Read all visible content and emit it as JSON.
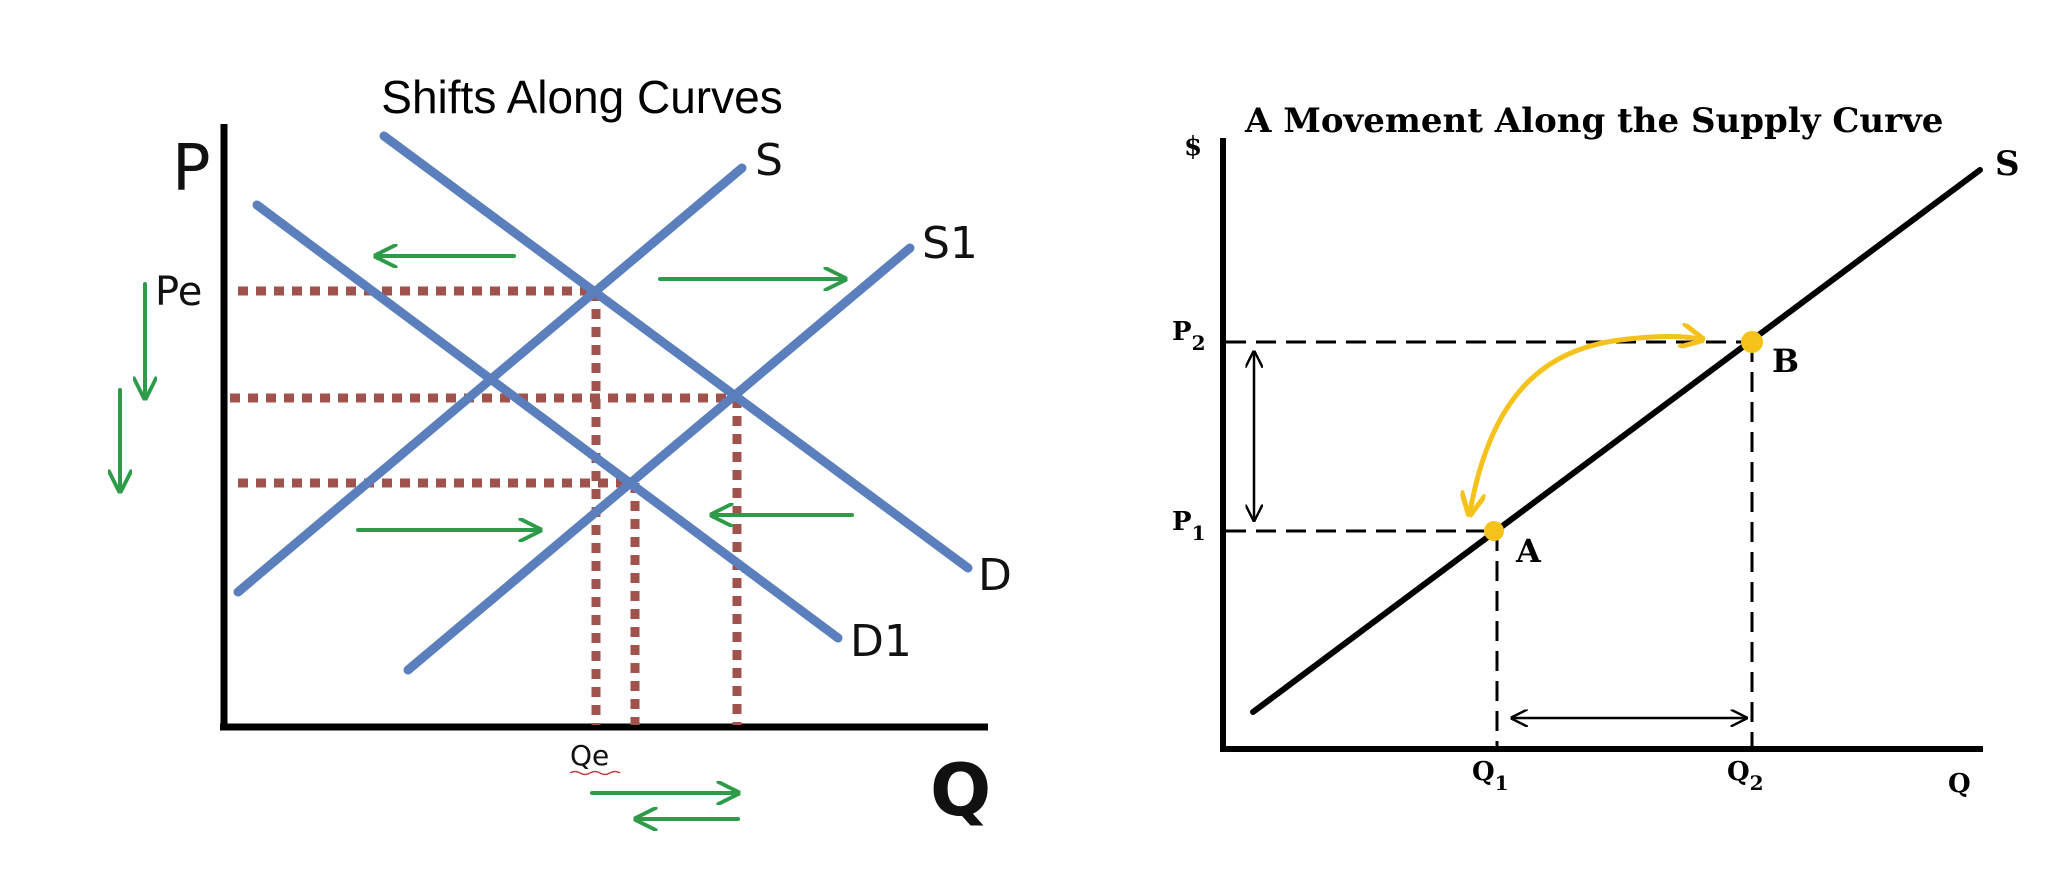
{
  "colors": {
    "curve_blue": "#5b7fbd",
    "dotted_brown": "#a0524d",
    "arrow_green": "#2e9b4a",
    "highlight_yellow": "#f5c21b",
    "ink": "#000000"
  },
  "left_diagram": {
    "title": "Shifts Along Curves",
    "axis_price_label": "P",
    "axis_quantity_label": "Q",
    "price_tick_label": "Pe",
    "quantity_tick_label": "Qe",
    "curve_labels": {
      "supply": "S",
      "supply_shifted": "S1",
      "demand": "D",
      "demand_shifted": "D1"
    }
  },
  "right_diagram": {
    "title": "A Movement Along the Supply Curve",
    "axis_price_label": "$",
    "axis_quantity_label": "Q",
    "curve_label": "S",
    "price_ticks": [
      {
        "base": "P",
        "sub": "2"
      },
      {
        "base": "P",
        "sub": "1"
      }
    ],
    "quantity_ticks": [
      {
        "base": "Q",
        "sub": "1"
      },
      {
        "base": "Q",
        "sub": "2"
      }
    ],
    "points": [
      {
        "label": "A"
      },
      {
        "label": "B"
      }
    ]
  }
}
